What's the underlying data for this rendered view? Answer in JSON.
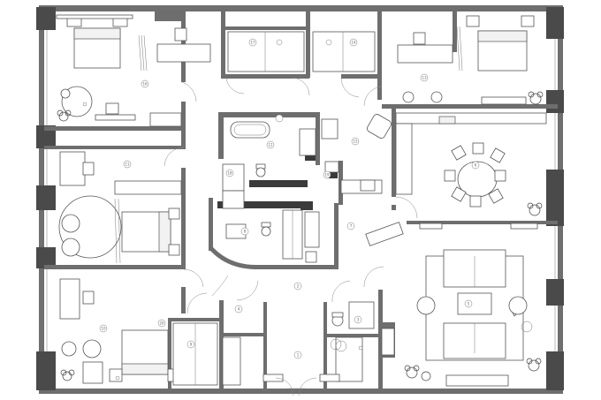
{
  "room_tags": [
    "1",
    "2",
    "3",
    "4",
    "5",
    "6",
    "7",
    "8",
    "9",
    "10",
    "11",
    "12",
    "13",
    "14",
    "15",
    "16",
    "17",
    "18",
    "19",
    "20"
  ],
  "colors": {
    "wall": "#6e6e6e",
    "wall_dark": "#4a4a4a",
    "ink": "#555555",
    "paper": "#ffffff"
  },
  "icons": [
    "plant-icon",
    "chair-icon",
    "toilet-icon",
    "sink-icon",
    "bathtub-icon"
  ]
}
